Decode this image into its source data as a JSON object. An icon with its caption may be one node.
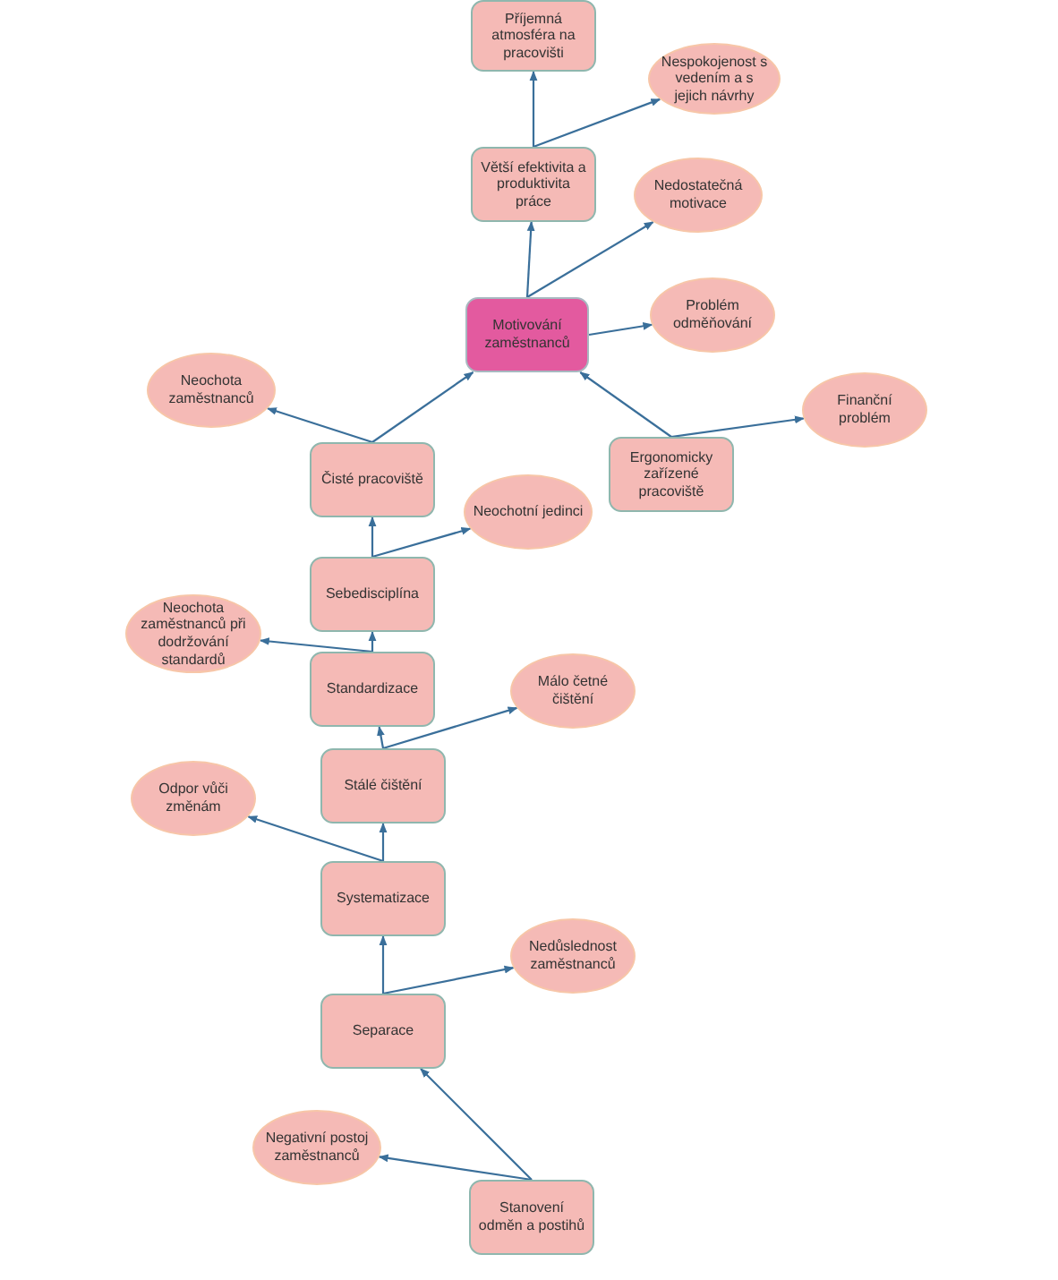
{
  "diagram": {
    "nodes": [
      {
        "text": [
          "Příjemná atmosféra na pracovišti"
        ]
      },
      {
        "text": [
          "Nespokojenost s vedením a s jejich návrhy"
        ]
      },
      {
        "text": [
          "Větší efektivita a produktivita práce"
        ]
      },
      {
        "text": [
          "Nedostatečná motivace"
        ]
      },
      {
        "text": [
          "Motivování zaměstnanců"
        ]
      },
      {
        "text": [
          "Problém odměňování"
        ]
      },
      {
        "text": [
          "Neochota zaměstnanců"
        ]
      },
      {
        "text": [
          "Finanční problém"
        ]
      },
      {
        "text": [
          "Čisté pracoviště"
        ]
      },
      {
        "text": [
          "Ergonomicky zařízené pracoviště"
        ]
      },
      {
        "text": [
          "Neochotní jedinci"
        ]
      },
      {
        "text": [
          "Sebedisciplína"
        ]
      },
      {
        "text": [
          "Neochota zaměstnanců při dodržování standardů"
        ]
      },
      {
        "text": [
          "Standardizace"
        ]
      },
      {
        "text": [
          "Málo četné čištění"
        ]
      },
      {
        "text": [
          "Stálé čištění"
        ]
      },
      {
        "text": [
          "Odpor vůči změnám"
        ]
      },
      {
        "text": [
          "Systematizace"
        ]
      },
      {
        "text": [
          "Nedůslednost zaměstnanců"
        ]
      },
      {
        "text": [
          "Separace"
        ]
      },
      {
        "text": [
          "Negativní postoj zaměstnanců"
        ]
      },
      {
        "text": [
          "Stanovení odměn a postihů"
        ]
      }
    ],
    "edges": [
      {
        "from": 21,
        "to": 19,
        "arrow": "to"
      },
      {
        "from": 21,
        "to": 20,
        "arrow": "to"
      },
      {
        "from": 19,
        "to": 17,
        "arrow": "to"
      },
      {
        "from": 19,
        "to": 18,
        "arrow": "to"
      },
      {
        "from": 17,
        "to": 15,
        "arrow": "to"
      },
      {
        "from": 17,
        "to": 16,
        "arrow": "to"
      },
      {
        "from": 15,
        "to": 13,
        "arrow": "to"
      },
      {
        "from": 15,
        "to": 14,
        "arrow": "to"
      },
      {
        "from": 13,
        "to": 11,
        "arrow": "to"
      },
      {
        "from": 13,
        "to": 12,
        "arrow": "to"
      },
      {
        "from": 11,
        "to": 8,
        "arrow": "to"
      },
      {
        "from": 11,
        "to": 10,
        "arrow": "to"
      },
      {
        "from": 8,
        "to": 4,
        "arrow": "to"
      },
      {
        "from": 8,
        "to": 6,
        "arrow": "to"
      },
      {
        "from": 9,
        "to": 4,
        "arrow": "to"
      },
      {
        "from": 9,
        "to": 7,
        "arrow": "to"
      },
      {
        "from": 4,
        "to": 2,
        "arrow": "to"
      },
      {
        "from": 4,
        "to": 3,
        "arrow": "to"
      },
      {
        "from": 4,
        "to": 5,
        "arrow": "to"
      },
      {
        "from": 2,
        "to": 0,
        "arrow": "to"
      },
      {
        "from": 2,
        "to": 1,
        "arrow": "to"
      }
    ]
  }
}
